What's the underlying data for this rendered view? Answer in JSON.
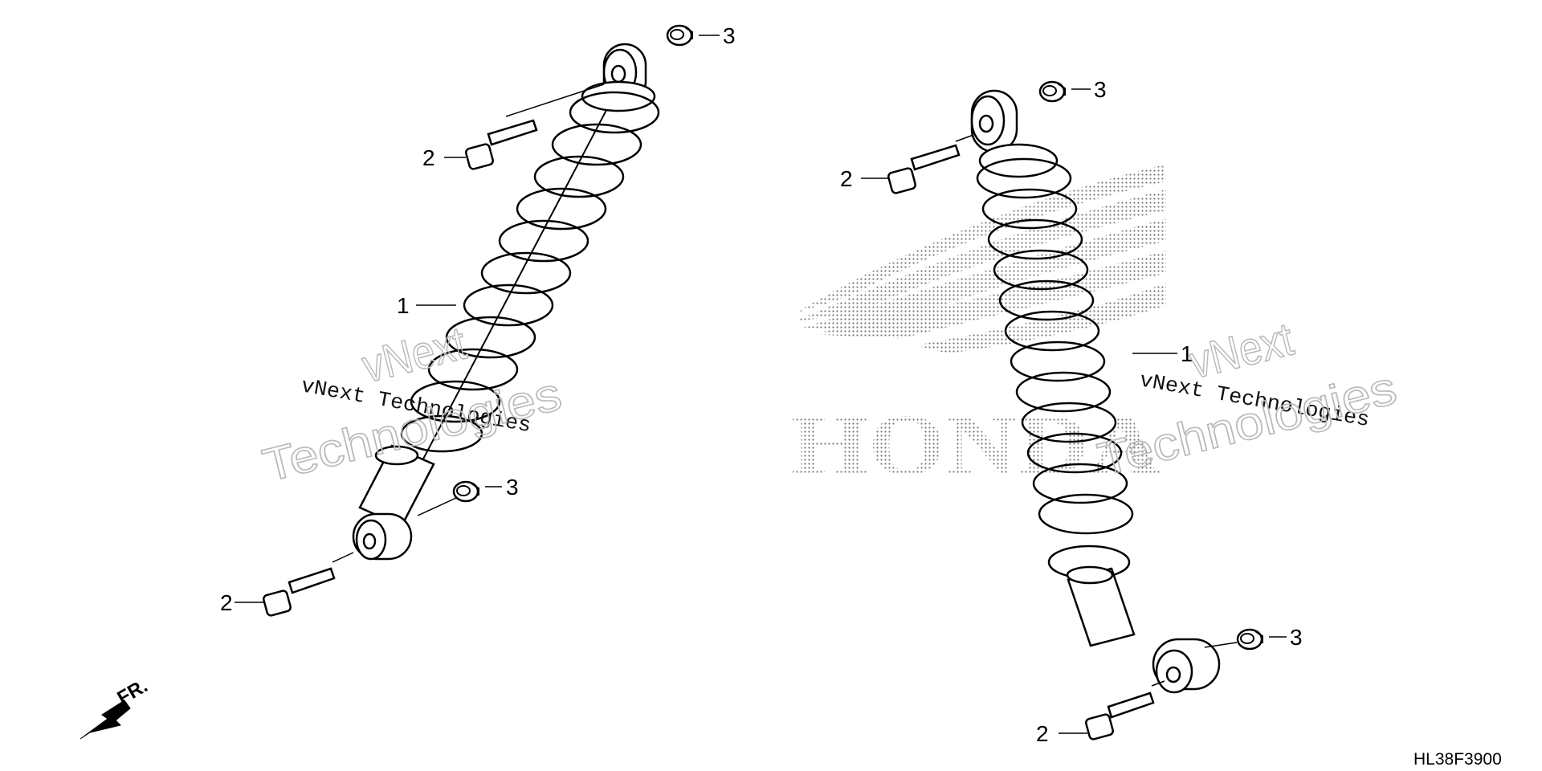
{
  "diagram": {
    "part_code": "HL38F3900",
    "direction_label": "FR.",
    "callouts": {
      "shock_absorber": "1",
      "bolt": "2",
      "nut": "3"
    },
    "watermark": {
      "small": "vNext Technologies",
      "large_line1": "vNext",
      "large_line2": "Technologies"
    },
    "logo_text": "HONDA",
    "colors": {
      "line": "#000000",
      "watermark_outline": "#b9b9b9",
      "logo_dots": "#777777"
    }
  }
}
